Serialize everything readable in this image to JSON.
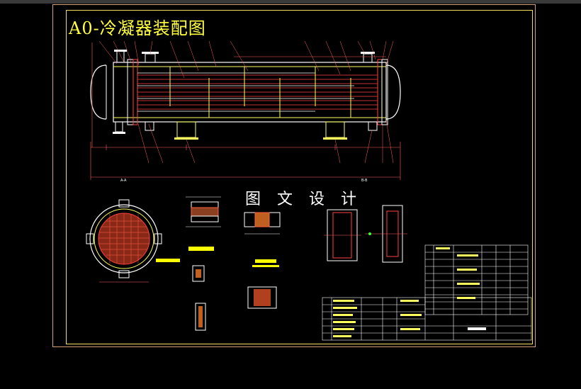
{
  "drawing": {
    "title": "A0-冷凝器装配图",
    "watermark": "图 文 设 计"
  },
  "section_labels": {
    "a_a": "A-A",
    "b_b": "B-B"
  },
  "colors": {
    "background": "#000000",
    "frame": "#d8a070",
    "border": "#f0e060",
    "title": "#ffff40",
    "shell": "#ffffff",
    "tubes": "#ff4040",
    "dimension": "#ff6060",
    "hatch": "#d04020",
    "highlight": "#ffff00"
  }
}
